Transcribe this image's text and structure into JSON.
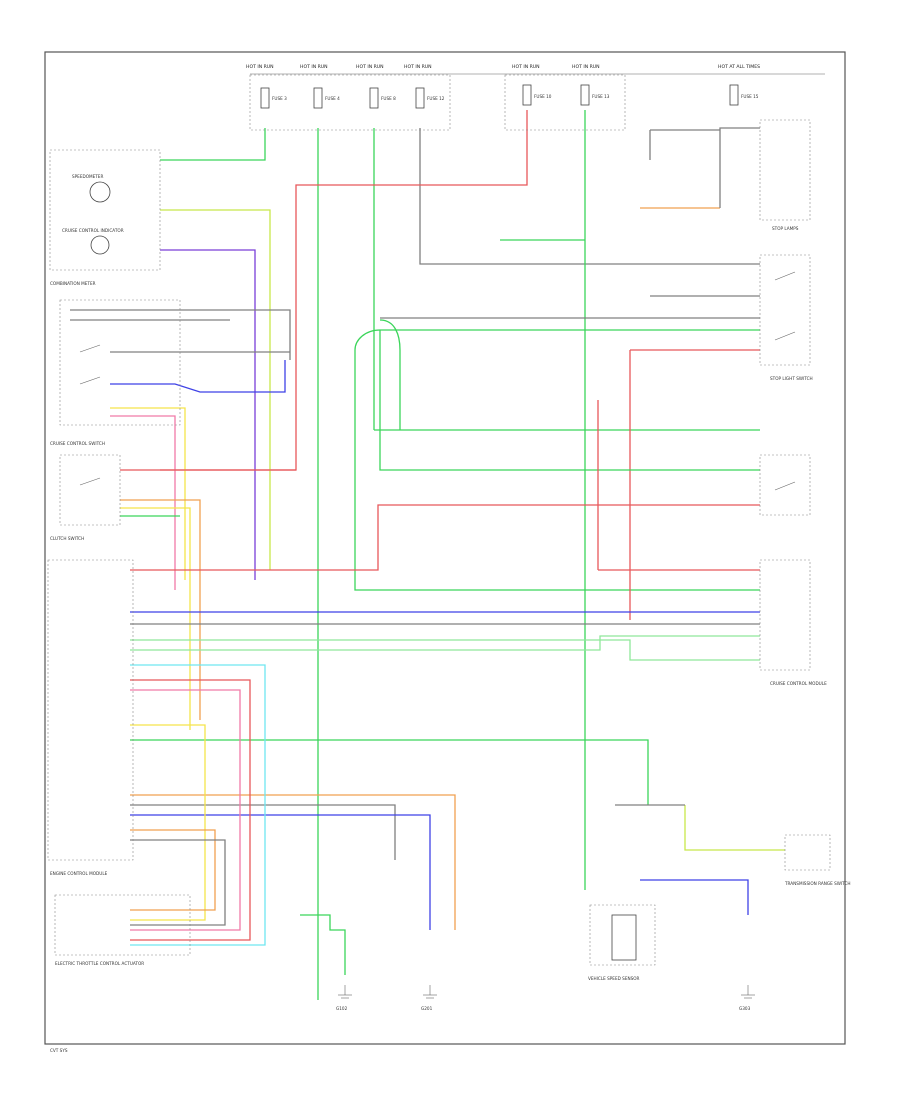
{
  "diagram": {
    "footer_code": "CVT SYS",
    "connector_labels": [
      "HOT AT ALL TIMES",
      "HOT IN RUN",
      "HOT IN RUN",
      "HOT IN RUN",
      "HOT IN RUN",
      "HOT IN RUN",
      "HOT IN RUN",
      "FUSE 3",
      "FUSE 4",
      "FUSE 8",
      "FUSE 12",
      "FUSE 10",
      "FUSE 13",
      "FUSE 15"
    ],
    "components": {
      "speedometer": "SPEEDOMETER",
      "cruise_light": "CRUISE CONTROL INDICATOR",
      "combination_meter": "COMBINATION METER",
      "combination_switch": "CRUISE CONTROL SWITCH",
      "clutch_switch": "CLUTCH SWITCH",
      "ecm": "ENGINE CONTROL MODULE",
      "brake_switch": "STOP LIGHT SWITCH",
      "stop_lamps": "STOP LAMPS",
      "cruise_module": "CRUISE CONTROL MODULE",
      "throttle_actuator": "ELECTRIC THROTTLE CONTROL ACTUATOR",
      "vehicle_speed_sensor": "VEHICLE SPEED SENSOR",
      "trans_range_switch": "TRANSMISSION RANGE SWITCH",
      "g102": "G102",
      "g201": "G201",
      "g303": "G303"
    },
    "wire_colors": {
      "red": "#e8585a",
      "green": "#3bd55a",
      "lightgreen": "#8fe89a",
      "blue": "#3f42e6",
      "purple": "#7a3fd8",
      "yellow": "#f5e44a",
      "yellowgreen": "#c8e84a",
      "orange": "#f0a050",
      "gray": "#808080",
      "cyan": "#6fe6f0",
      "pink": "#f07aa8",
      "black": "#222222"
    }
  }
}
